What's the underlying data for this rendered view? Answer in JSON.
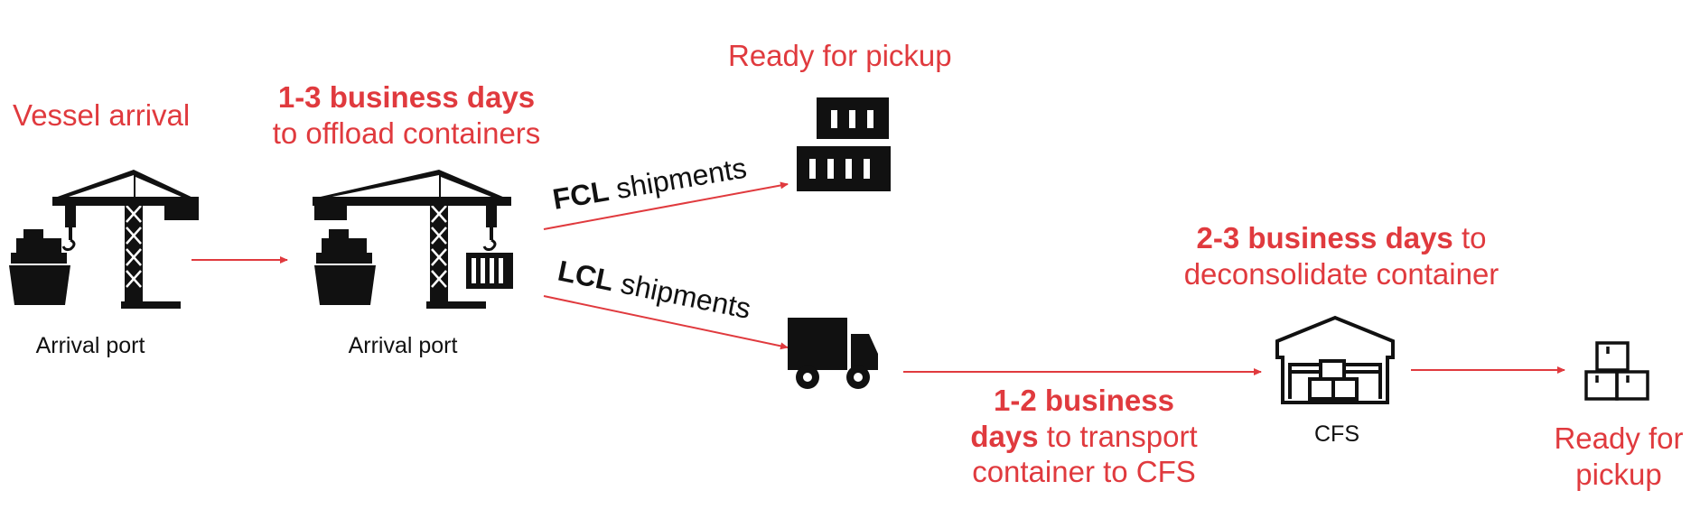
{
  "colors": {
    "accent": "#e03a3e",
    "ink": "#111111"
  },
  "labels": {
    "vessel_arrival": "Vessel arrival",
    "offload_days": "1-3 business days",
    "offload_rest": "to offload containers",
    "arrival_port_1": "Arrival port",
    "arrival_port_2": "Arrival port",
    "ready_top": "Ready for pickup",
    "fcl_bold": "FCL",
    "fcl_rest": " shipments",
    "lcl_bold": "LCL",
    "lcl_rest": " shipments",
    "decon_days": "2-3 business days",
    "decon_to": " to",
    "decon_rest": "deconsolidate container",
    "cfs": "CFS",
    "transport_bold_1": "1-2 business",
    "transport_bold_2": "days",
    "transport_rest_1": " to transport",
    "transport_rest_2": "container to CFS",
    "ready_bottom_1": "Ready for",
    "ready_bottom_2": "pickup"
  },
  "icons": [
    "crane-ship-icon",
    "crane-ship-container-icon",
    "stacked-containers-icon",
    "truck-icon",
    "warehouse-icon",
    "boxes-icon"
  ]
}
